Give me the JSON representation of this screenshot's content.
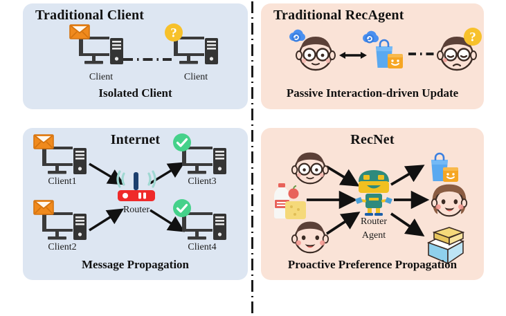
{
  "figure": {
    "background": "#ffffff",
    "divider_style": "vertical-dash-dot",
    "panel_colors": {
      "left": "#dde6f2",
      "right": "#fae3d7"
    }
  },
  "panels": [
    {
      "id": "top-left",
      "title": "Traditional Client",
      "caption": "Isolated Client",
      "nodes": [
        {
          "label": "Client",
          "icon": "desktop-computer-icon",
          "badge": "envelope-icon"
        },
        {
          "label": "Client",
          "icon": "desktop-computer-icon",
          "badge": "question-badge-icon"
        }
      ],
      "connector": "dash-dot-line"
    },
    {
      "id": "top-right",
      "title": "Traditional RecAgent",
      "caption": "Passive Interaction-driven Update",
      "nodes": [
        {
          "label": "",
          "icon": "neutral-face-glasses-icon",
          "badge": "cloud-sync-icon"
        },
        {
          "label": "",
          "icon": "shopping-bags-icon",
          "badge": "cloud-sync-icon"
        },
        {
          "label": "",
          "icon": "sad-face-glasses-icon",
          "badge": "question-badge-icon"
        }
      ],
      "connector": "double-arrow-then-dash-dot"
    },
    {
      "id": "bottom-left",
      "title": "Internet",
      "caption": "Message Propagation",
      "nodes": [
        {
          "label": "Client1",
          "icon": "desktop-computer-icon",
          "badge": "envelope-icon"
        },
        {
          "label": "Client2",
          "icon": "desktop-computer-icon",
          "badge": "envelope-icon"
        },
        {
          "label": "Router",
          "icon": "wifi-router-icon",
          "badge": ""
        },
        {
          "label": "Client3",
          "icon": "desktop-computer-icon",
          "badge": "check-badge-icon"
        },
        {
          "label": "Client4",
          "icon": "desktop-computer-icon",
          "badge": "check-badge-icon"
        }
      ],
      "connector": "solid-arrows"
    },
    {
      "id": "bottom-right",
      "title": "RecNet",
      "caption": "Proactive Preference Propagation",
      "nodes": [
        {
          "label": "",
          "icon": "grocery-items-icon",
          "badge": ""
        },
        {
          "label": "",
          "icon": "neutral-face-glasses-icon",
          "badge": ""
        },
        {
          "label": "",
          "icon": "smiling-boy-face-icon",
          "badge": ""
        },
        {
          "label": "Router Agent",
          "label_line1": "Router",
          "label_line2": "Agent",
          "icon": "robot-agent-icon",
          "badge": ""
        },
        {
          "label": "",
          "icon": "shopping-bags-icon",
          "badge": ""
        },
        {
          "label": "",
          "icon": "smiling-girl-face-icon",
          "badge": ""
        },
        {
          "label": "",
          "icon": "open-package-box-icon",
          "badge": ""
        }
      ],
      "connector": "solid-arrows"
    }
  ],
  "colors": {
    "panel_blue": "#dde6f2",
    "panel_peach": "#fae3d7",
    "device_dark": "#3a3a3a",
    "envelope_orange": "#f08a1d",
    "question_yellow": "#f7c12b",
    "check_green": "#45d18a",
    "router_red": "#ef2a2a",
    "router_antenna": "#1c3f6e",
    "wifi_teal": "#9fd8d2",
    "robot_teal": "#2e8a7d",
    "robot_yellow": "#f0c020",
    "cloud_blue": "#4a90f0",
    "bag_blue": "#5aa9f0",
    "bag_orange": "#f6a623",
    "skin": "#fbe0d4",
    "hair_brown": "#5b4037",
    "arrow_black": "#111111"
  }
}
